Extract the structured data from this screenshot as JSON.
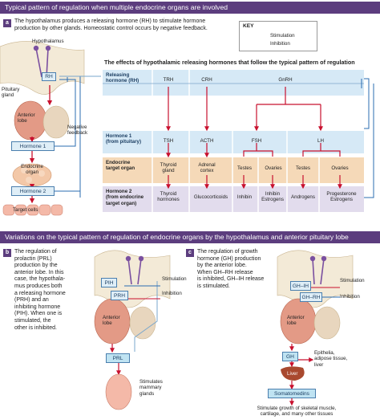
{
  "banner_top": "Typical pattern of regulation when multiple endocrine organs are involved",
  "banner_bottom": "Variations on the typical pattern of regulation of endocrine organs by the hypothalamus and anterior pituitary lobe",
  "panel_a": {
    "letter": "a",
    "intro": [
      "The hypothalamus produces a releasing hormone (RH) to stimulate hormone",
      "production by other glands. Homeostatic control occurs by negative feedback."
    ],
    "key": {
      "title": "KEY",
      "stimulation": "Stimulation",
      "inhibition": "Inhibition"
    },
    "labels": {
      "hypothalamus": "Hypothalamus",
      "rh": "RH",
      "pituitary_gland": [
        "Pituitary",
        "gland"
      ],
      "anterior_lobe": [
        "Anterior",
        "lobe"
      ],
      "negative_feedback": [
        "Negative",
        "feedback"
      ],
      "hormone1": "Hormone 1",
      "endocrine_organ": [
        "Endocrine",
        "organ"
      ],
      "hormone2": "Hormone 2",
      "target_cells": "Target cells"
    },
    "table_title": "The effects of hypothalamic releasing hormones that follow the typical pattern of regulation",
    "row_headers": {
      "releasing": [
        "Releasing",
        "hormone (RH)"
      ],
      "hormone1": [
        "Hormone 1",
        "(from pituitary)"
      ],
      "target": [
        "Endocrine",
        "target organ"
      ],
      "hormone2": [
        "Hormone 2",
        "(from endocrine",
        "target organ)"
      ]
    },
    "releasing": [
      "TRH",
      "CRH",
      "GnRH"
    ],
    "hormone1": [
      "TSH",
      "ACTH",
      "FSH",
      "LH"
    ],
    "targets": [
      [
        "Thyroid",
        "gland"
      ],
      [
        "Adrenal",
        "cortex"
      ],
      [
        "Testes"
      ],
      [
        "Ovaries"
      ],
      [
        "Testes"
      ],
      [
        "Ovaries"
      ]
    ],
    "hormone2": [
      [
        "Thyroid",
        "hormones"
      ],
      [
        "Glucocorticoids"
      ],
      [
        "Inhibin"
      ],
      [
        "Inhibin",
        "Estrogens"
      ],
      [
        "Androgens"
      ],
      [
        "Progesterone",
        "Estrogens"
      ]
    ]
  },
  "panel_b": {
    "letter": "b",
    "text": [
      "The regulation of",
      "prolactin (PRL)",
      "production by the",
      "anterior lobe. In this",
      "case, the hypothala-",
      "mus produces both",
      "a releasing hormone",
      "(PRH) and an",
      "inhibiting hormone",
      "(PIH). When one is",
      "stimulated, the",
      "other is inhibited."
    ],
    "pih": "PIH",
    "prh": "PRH",
    "stimulation": "Stimulation",
    "inhibition": "Inhibition",
    "anterior_lobe": [
      "Anterior",
      "lobe"
    ],
    "prl": "PRL",
    "mammary": [
      "Stimulates",
      "mammary",
      "glands"
    ]
  },
  "panel_c": {
    "letter": "c",
    "text": [
      "The regulation of growth",
      "hormone (GH) production",
      "by the anterior lobe.",
      "When GH–RH release",
      "is inhibited, GH–IH release",
      "is stimulated."
    ],
    "ghih": "GH–IH",
    "ghrh": "GH–RH",
    "stimulation": "Stimulation",
    "inhibition": "Inhibition",
    "anterior_lobe": [
      "Anterior",
      "lobe"
    ],
    "gh": "GH",
    "epithelia": [
      "Epithelia,",
      "adipose tissue,",
      "liver"
    ],
    "liver": "Liver",
    "somatomedins": "Somatomedins",
    "growth": [
      "Stimulate growth of skeletal muscle,",
      "cartilage, and many other tissues"
    ]
  },
  "colors": {
    "banner": "#5c3d7e",
    "stimulation": "#c8102e",
    "inhibition": "#2b6cb0",
    "bone": "#f3ead7",
    "header_row_blue": "#d6e9f6",
    "target_row": "#f5d9b8",
    "hormone2_row": "#e2dced"
  }
}
